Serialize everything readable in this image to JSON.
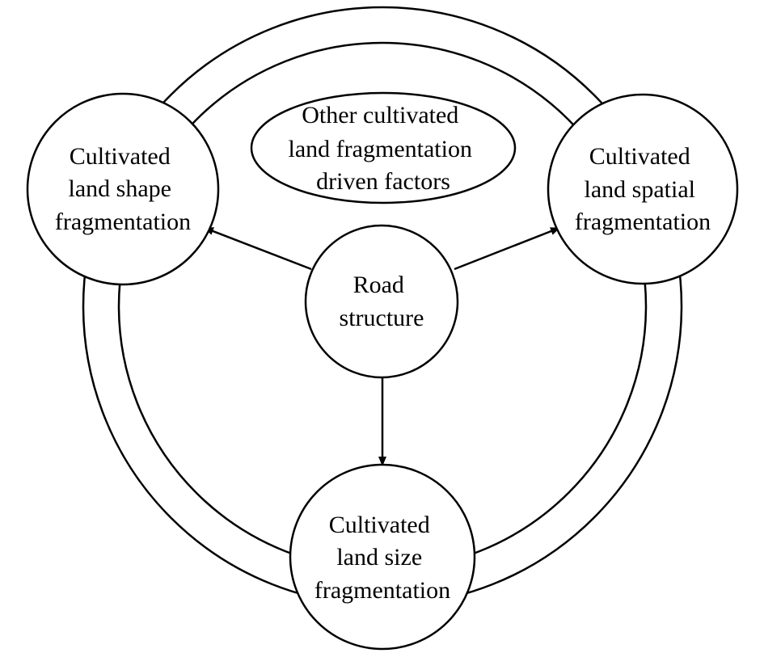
{
  "diagram": {
    "nodes": {
      "shape": {
        "lines": [
          "Cultivated",
          "land shape",
          "fragmentation"
        ]
      },
      "spatial": {
        "lines": [
          "Cultivated",
          "land spatial",
          "fragmentation"
        ]
      },
      "size": {
        "lines": [
          "Cultivated",
          "land size",
          "fragmentation"
        ]
      },
      "road": {
        "lines": [
          "Road",
          "structure"
        ]
      },
      "other": {
        "lines": [
          "Other cultivated",
          "land fragmentation",
          "driven factors"
        ]
      }
    },
    "edges": [
      {
        "from": "road",
        "to": "shape"
      },
      {
        "from": "road",
        "to": "spatial"
      },
      {
        "from": "road",
        "to": "size"
      }
    ]
  }
}
